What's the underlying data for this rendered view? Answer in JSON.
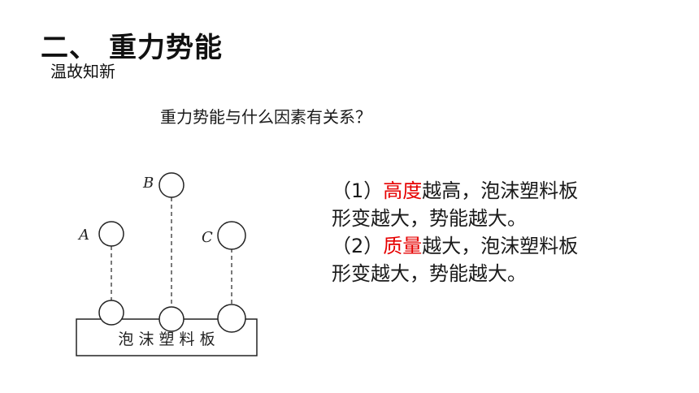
{
  "header": {
    "number": "二、",
    "title": "重力势能",
    "subtitle": "温故知新"
  },
  "question": "重力势能与什么因素有关系？",
  "answers": [
    {
      "prefix": "（1）",
      "highlight": "高度",
      "rest1": "越高，泡沫塑料板",
      "rest2": "形变越大，势能越大。"
    },
    {
      "prefix": "（2）",
      "highlight": "质量",
      "rest1": "越大，泡沫塑料板",
      "rest2": "形变越大，势能越大。"
    }
  ],
  "diagram": {
    "labels": [
      "A",
      "B",
      "C"
    ],
    "board_label": "泡 沫 塑 料 板"
  },
  "colors": {
    "highlight": "#e60000",
    "text": "#1a1a1a"
  }
}
